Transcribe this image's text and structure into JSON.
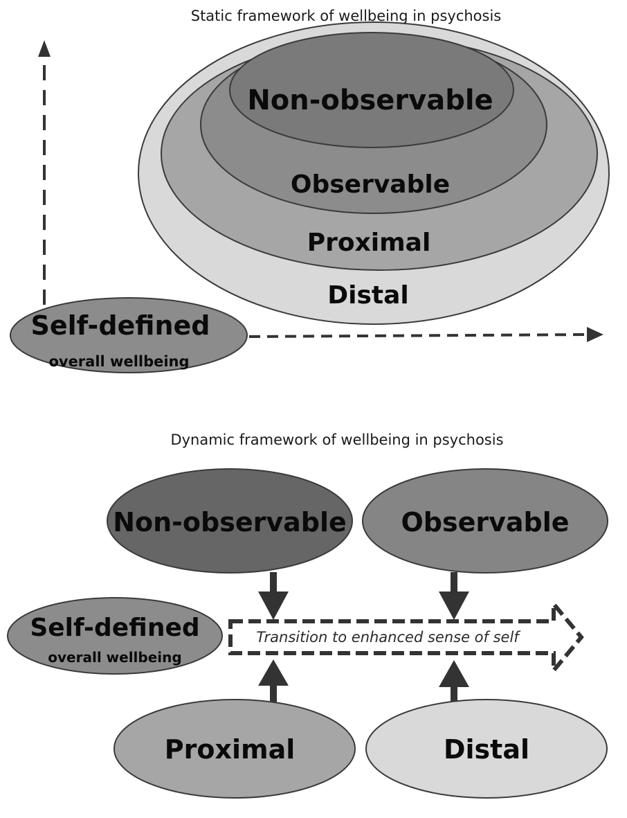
{
  "static_framework": {
    "title": "Static framework of wellbeing in psychosis",
    "layers": [
      {
        "label": "Distal",
        "color": "#d9d9d9"
      },
      {
        "label": "Proximal",
        "color": "#a6a6a6"
      },
      {
        "label": "Observable",
        "color": "#8c8c8c"
      },
      {
        "label": "Non-observable",
        "color": "#7a7a7a"
      }
    ],
    "self_defined": {
      "title": "Self-defined",
      "subtitle": "overall wellbeing",
      "color": "#8c8c8c"
    }
  },
  "dynamic_framework": {
    "title": "Dynamic framework of wellbeing in psychosis",
    "nodes": [
      {
        "label": "Non-observable",
        "color": "#666666"
      },
      {
        "label": "Observable",
        "color": "#858585"
      },
      {
        "label": "Proximal",
        "color": "#a6a6a6"
      },
      {
        "label": "Distal",
        "color": "#d9d9d9"
      }
    ],
    "self_defined": {
      "title": "Self-defined",
      "subtitle": "overall wellbeing",
      "color": "#8c8c8c"
    },
    "transition_label": "Transition to enhanced sense of self"
  },
  "colors": {
    "stroke": "#3a3a3a",
    "arrow": "#333333"
  }
}
